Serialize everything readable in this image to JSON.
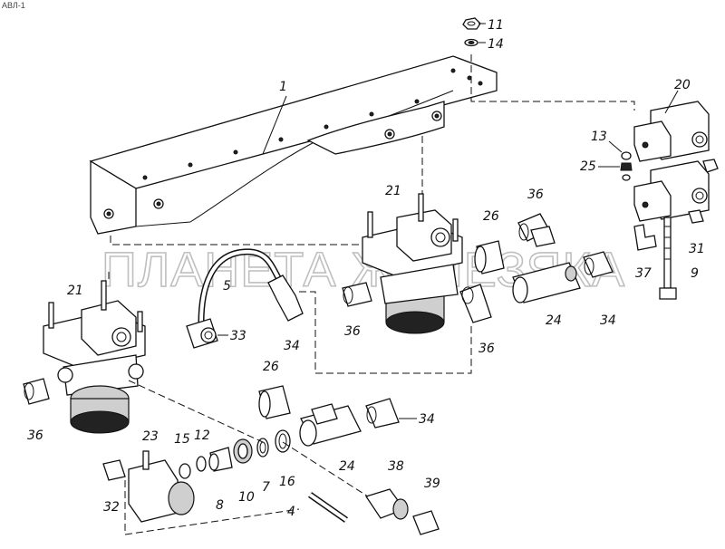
{
  "diagram": {
    "corner_text": "АВЛ-1",
    "watermark": "ПЛАНЕТА ЖЕЛЕЗЯКА",
    "callouts": [
      {
        "id": "c11",
        "label": "11"
      },
      {
        "id": "c14",
        "label": "14"
      },
      {
        "id": "c1",
        "label": "1"
      },
      {
        "id": "c20",
        "label": "20"
      },
      {
        "id": "c13",
        "label": "13"
      },
      {
        "id": "c25",
        "label": "25"
      },
      {
        "id": "c21a",
        "label": "21"
      },
      {
        "id": "c36a",
        "label": "36"
      },
      {
        "id": "c26a",
        "label": "26"
      },
      {
        "id": "c31",
        "label": "31"
      },
      {
        "id": "c37",
        "label": "37"
      },
      {
        "id": "c9",
        "label": "9"
      },
      {
        "id": "c21b",
        "label": "21"
      },
      {
        "id": "c5",
        "label": "5"
      },
      {
        "id": "c36b",
        "label": "36"
      },
      {
        "id": "c24a",
        "label": "24"
      },
      {
        "id": "c34a",
        "label": "34"
      },
      {
        "id": "c33",
        "label": "33"
      },
      {
        "id": "c34b",
        "label": "34"
      },
      {
        "id": "c36c",
        "label": "36"
      },
      {
        "id": "c36d",
        "label": "36"
      },
      {
        "id": "c26b",
        "label": "26"
      },
      {
        "id": "c34c",
        "label": "34"
      },
      {
        "id": "c23",
        "label": "23"
      },
      {
        "id": "c15",
        "label": "15"
      },
      {
        "id": "c12",
        "label": "12"
      },
      {
        "id": "c24b",
        "label": "24"
      },
      {
        "id": "c38",
        "label": "38"
      },
      {
        "id": "c39",
        "label": "39"
      },
      {
        "id": "c32",
        "label": "32"
      },
      {
        "id": "c8",
        "label": "8"
      },
      {
        "id": "c10",
        "label": "10"
      },
      {
        "id": "c7",
        "label": "7"
      },
      {
        "id": "c16",
        "label": "16"
      },
      {
        "id": "c4",
        "label": "4"
      }
    ]
  }
}
